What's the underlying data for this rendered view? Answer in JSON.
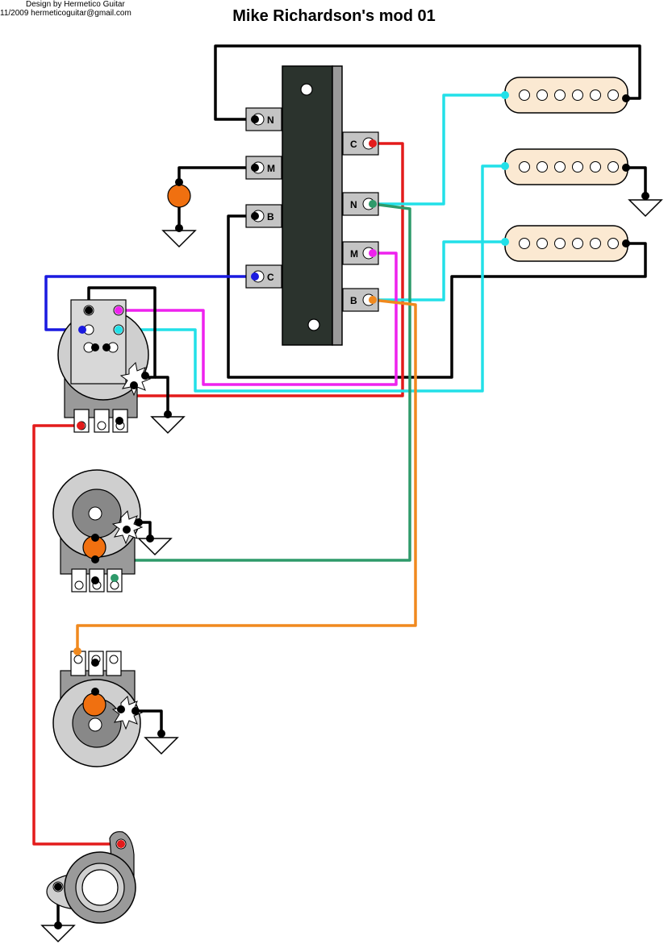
{
  "credits": {
    "line1": "Design by Hermetico Guitar",
    "line2": "11/2009 hermeticoguitar@gmail.com"
  },
  "title": "Mike Richardson's mod 01",
  "switch": {
    "left_terminals": [
      "N",
      "M",
      "B",
      "C"
    ],
    "right_terminals": [
      "C",
      "N",
      "M",
      "B"
    ]
  },
  "colors": {
    "red": "#e31b1b",
    "black": "#000000",
    "cyan": "#22e0e8",
    "magenta": "#ee22ee",
    "green": "#2e9a6a",
    "orange": "#f0891e",
    "blue": "#1a1ae0",
    "pickup_fill": "#fbe9d2",
    "switch_body": "#2b332d",
    "cap_orange": "#f07010"
  }
}
